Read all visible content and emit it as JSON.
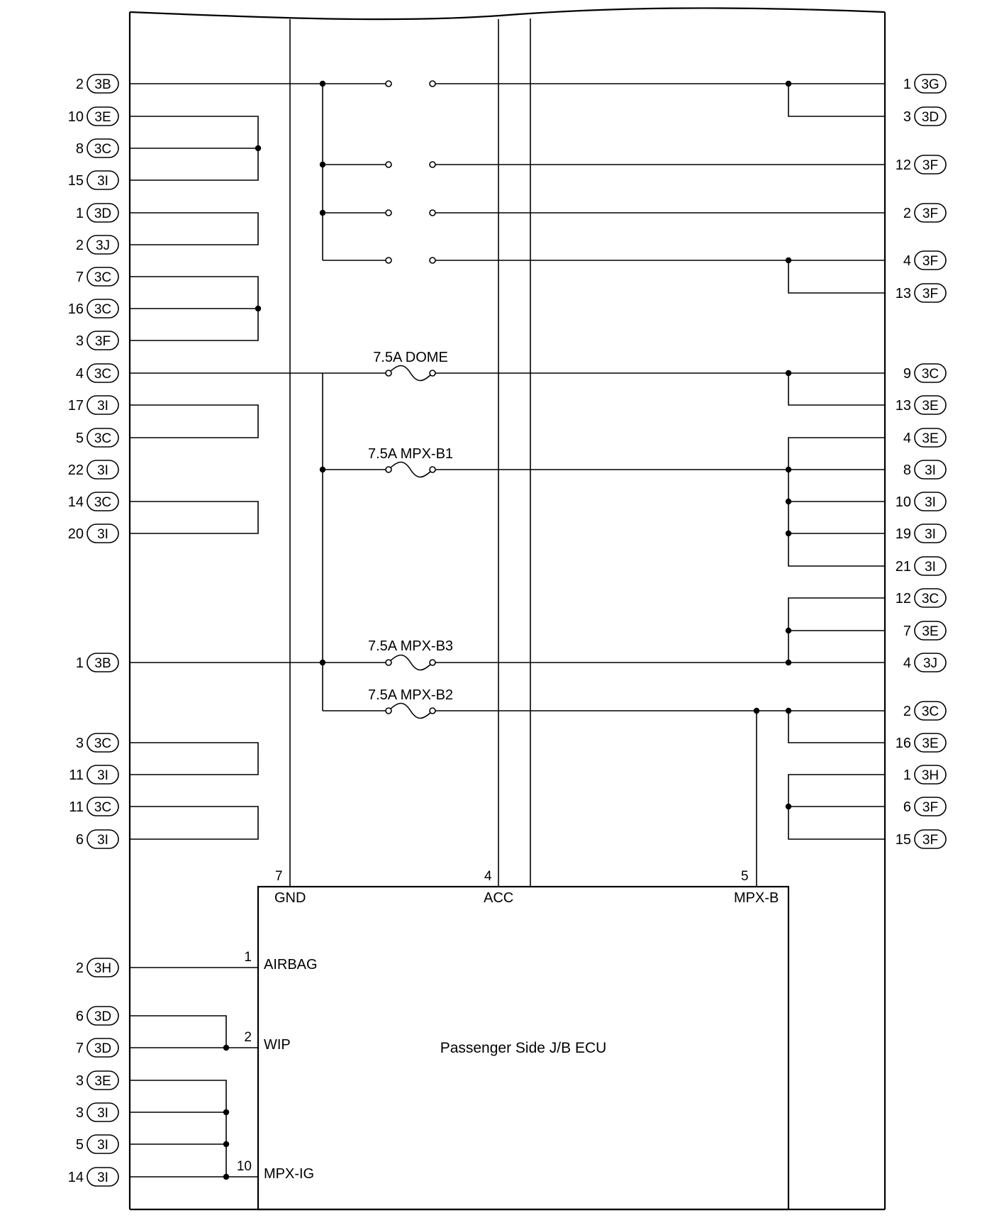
{
  "left_connectors": [
    {
      "pin": "2",
      "conn": "3B"
    },
    {
      "pin": "10",
      "conn": "3E"
    },
    {
      "pin": "8",
      "conn": "3C"
    },
    {
      "pin": "15",
      "conn": "3I"
    },
    {
      "pin": "1",
      "conn": "3D"
    },
    {
      "pin": "2",
      "conn": "3J"
    },
    {
      "pin": "7",
      "conn": "3C"
    },
    {
      "pin": "16",
      "conn": "3C"
    },
    {
      "pin": "3",
      "conn": "3F"
    },
    {
      "pin": "4",
      "conn": "3C"
    },
    {
      "pin": "17",
      "conn": "3I"
    },
    {
      "pin": "5",
      "conn": "3C"
    },
    {
      "pin": "22",
      "conn": "3I"
    },
    {
      "pin": "14",
      "conn": "3C"
    },
    {
      "pin": "20",
      "conn": "3I"
    },
    {
      "pin": "1",
      "conn": "3B"
    },
    {
      "pin": "3",
      "conn": "3C"
    },
    {
      "pin": "11",
      "conn": "3I"
    },
    {
      "pin": "11",
      "conn": "3C"
    },
    {
      "pin": "6",
      "conn": "3I"
    },
    {
      "pin": "2",
      "conn": "3H"
    },
    {
      "pin": "6",
      "conn": "3D"
    },
    {
      "pin": "7",
      "conn": "3D"
    },
    {
      "pin": "3",
      "conn": "3E"
    },
    {
      "pin": "3",
      "conn": "3I"
    },
    {
      "pin": "5",
      "conn": "3I"
    },
    {
      "pin": "14",
      "conn": "3I"
    }
  ],
  "right_connectors": [
    {
      "pin": "1",
      "conn": "3G"
    },
    {
      "pin": "3",
      "conn": "3D"
    },
    {
      "pin": "12",
      "conn": "3F"
    },
    {
      "pin": "2",
      "conn": "3F"
    },
    {
      "pin": "4",
      "conn": "3F"
    },
    {
      "pin": "13",
      "conn": "3F"
    },
    {
      "pin": "9",
      "conn": "3C"
    },
    {
      "pin": "13",
      "conn": "3E"
    },
    {
      "pin": "4",
      "conn": "3E"
    },
    {
      "pin": "8",
      "conn": "3I"
    },
    {
      "pin": "10",
      "conn": "3I"
    },
    {
      "pin": "19",
      "conn": "3I"
    },
    {
      "pin": "21",
      "conn": "3I"
    },
    {
      "pin": "12",
      "conn": "3C"
    },
    {
      "pin": "7",
      "conn": "3E"
    },
    {
      "pin": "4",
      "conn": "3J"
    },
    {
      "pin": "2",
      "conn": "3C"
    },
    {
      "pin": "16",
      "conn": "3E"
    },
    {
      "pin": "1",
      "conn": "3H"
    },
    {
      "pin": "6",
      "conn": "3F"
    },
    {
      "pin": "15",
      "conn": "3F"
    }
  ],
  "fuses": {
    "dome": "7.5A DOME",
    "mpx_b1": "7.5A MPX-B1",
    "mpx_b3": "7.5A MPX-B3",
    "mpx_b2": "7.5A MPX-B2"
  },
  "ecu": {
    "title": "Passenger Side J/B ECU",
    "top_pins": [
      {
        "num": "7",
        "label": "GND"
      },
      {
        "num": "4",
        "label": "ACC"
      },
      {
        "num": "5",
        "label": "MPX-B"
      }
    ],
    "left_pins": [
      {
        "num": "1",
        "label": "AIRBAG"
      },
      {
        "num": "2",
        "label": "WIP"
      },
      {
        "num": "10",
        "label": "MPX-IG"
      }
    ]
  }
}
